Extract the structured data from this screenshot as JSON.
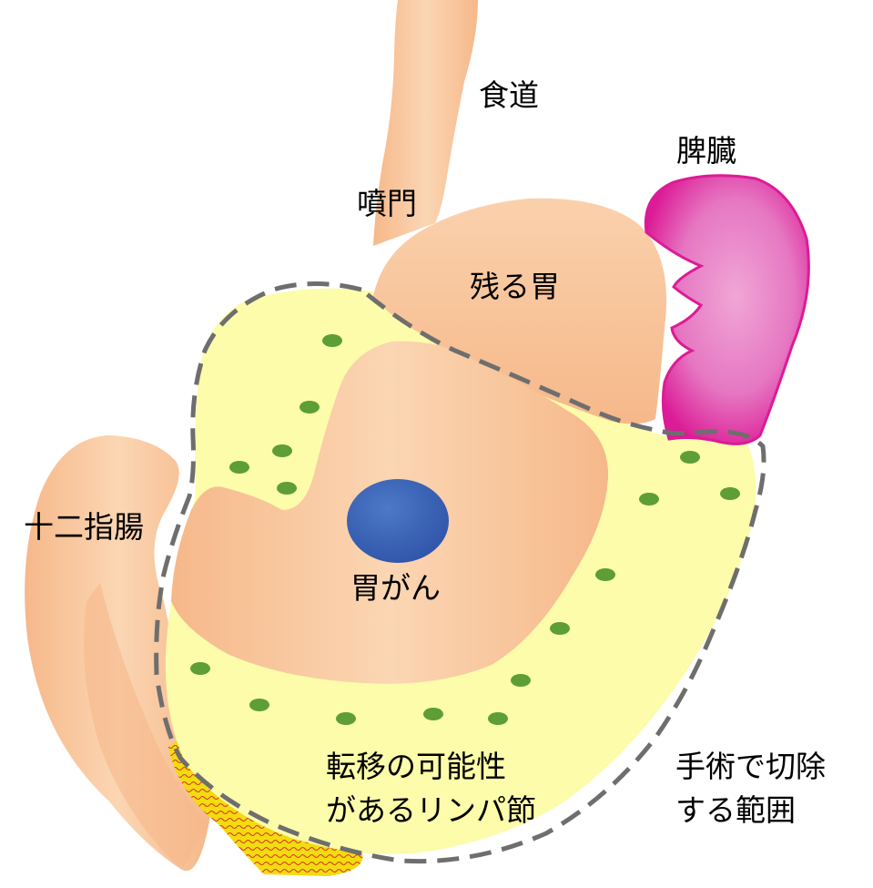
{
  "labels": {
    "esophagus": "食道",
    "spleen": "脾臓",
    "cardia": "噴門",
    "remaining_stomach": "残る胃",
    "duodenum": "十二指腸",
    "gastric_cancer": "胃がん",
    "lymph_nodes": [
      "転移の可能性",
      "があるリンパ節"
    ],
    "resection_range": [
      "手術で切除",
      "する範囲"
    ]
  },
  "colors": {
    "organ": "#f9c9a0",
    "organ_shade": "#f6b88a",
    "spleen": "#dc1b96",
    "spleen_light": "#e98cc8",
    "lymph_zone": "#fcfcaa",
    "lymph_node": "#5d9e35",
    "tumor": "#3a63b8",
    "fat_yellow": "#f2dc10",
    "fat_red": "#d93a20",
    "dashed_border": "#6e6e6e"
  },
  "icons": {
    "lymph_node": "green-dot-icon",
    "tumor": "blue-ellipse-icon"
  }
}
